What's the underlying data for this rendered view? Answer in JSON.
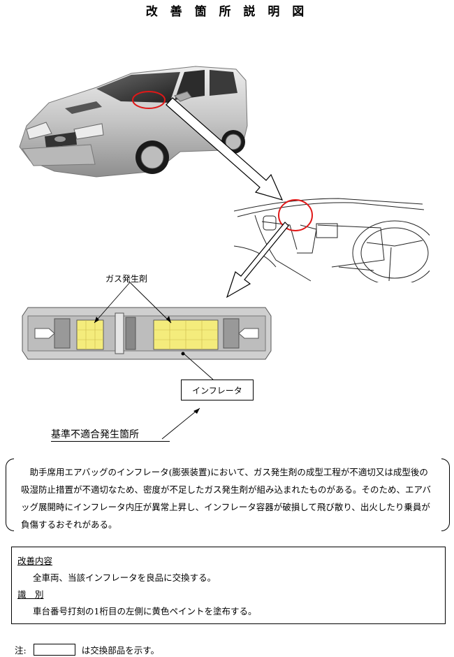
{
  "title": "改 善 箇 所 説 明 図",
  "labels": {
    "gas_generant": "ガス発生剤",
    "inflator": "インフレータ",
    "nonconformance_location": "基準不適合発生箇所"
  },
  "description": "助手席用エアバッグのインフレータ(膨張装置)において、ガス発生剤の成型工程が不適切又は成型後の吸湿防止措置が不適切なため、密度が不足したガス発生剤が組み込まれたものがある。そのため、エアバッグ展開時にインフレータ内圧が異常上昇し、インフレータ容器が破損して飛び散り、出火したり乗員が負傷するおそれがある。",
  "remedy": {
    "heading": "改善内容",
    "text": "全車両、当該インフレータを良品に交換する。",
    "identification_heading": "識　別",
    "identification_text": "車台番号打刻の1桁目の左側に黄色ペイントを塗布する。"
  },
  "footnote": {
    "prefix": "注:",
    "text": "は交換部品を示す。"
  },
  "colors": {
    "highlight_red": "#e01818",
    "replacement_yellow": "#f4ec7c",
    "car_silver": "#c9c9c9"
  },
  "icons": [
    "car-illustration",
    "dashboard-illustration",
    "inflator-illustration"
  ]
}
